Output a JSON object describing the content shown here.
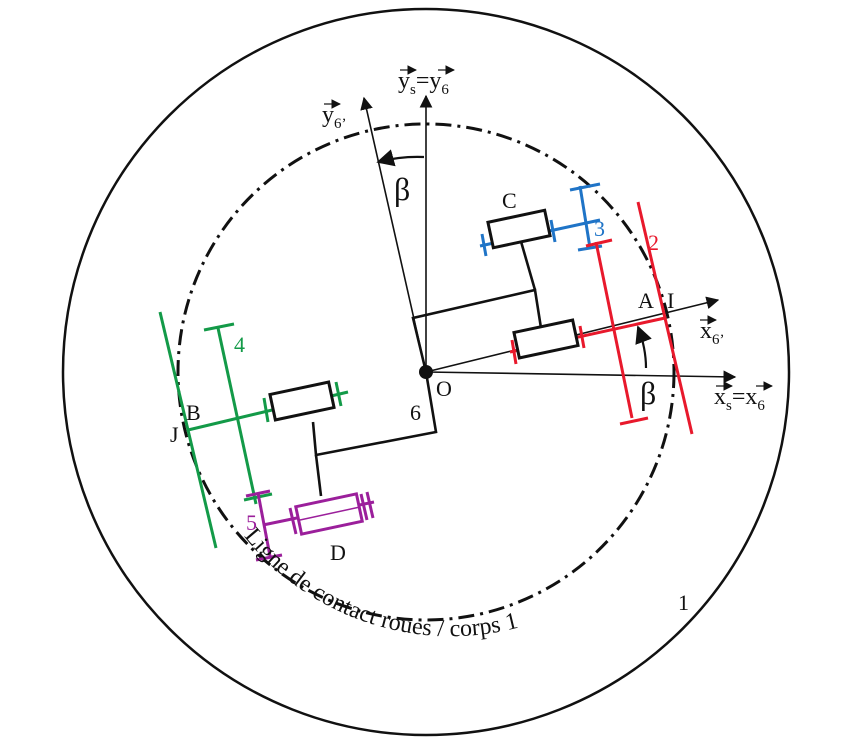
{
  "colors": {
    "frame": "#111111",
    "part2": "#e8192c",
    "part3": "#1f74c7",
    "part4": "#139a48",
    "part5": "#9b1f9b"
  },
  "axes": {
    "ys_letter": "y",
    "ys_sub": "s",
    "y6_letter": "y",
    "y6_sub": "6",
    "y6p_letter": "y",
    "y6p_sub": "6’",
    "xs_letter": "x",
    "xs_sub": "s",
    "x6_letter": "x",
    "x6_sub": "6",
    "x6p_letter": "x",
    "x6p_sub": "6’",
    "equals": "="
  },
  "labels": {
    "beta_top": "β",
    "beta_right": "β",
    "origin": "O",
    "arm": "6",
    "point_A": "A",
    "point_I": "I",
    "point_B": "B",
    "point_J": "J",
    "wheel_C": "C",
    "wheel_D": "D",
    "part_2": "2",
    "part_3": "3",
    "part_4": "4",
    "part_5": "5",
    "body": "1",
    "contact_line": "Ligne de contact roues / corps 1"
  }
}
